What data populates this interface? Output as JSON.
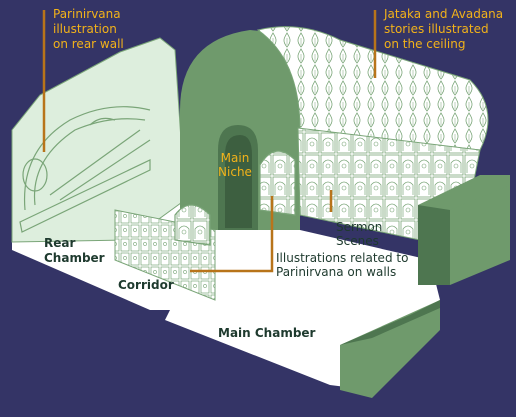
{
  "colors": {
    "background": "#343466",
    "floor": "#ffffff",
    "stone": "#6f9a6c",
    "stone_dark": "#4e7650",
    "wall_pale": "#ddeedd",
    "line": "#7aa578",
    "callout": "#b8741a",
    "label_gold": "#f2b21a",
    "label_dark": "#1e3a2e"
  },
  "labels": {
    "parinirvana_rear": [
      "Parinirvana",
      "illustration",
      "on rear wall"
    ],
    "jataka_ceiling": [
      "Jataka and Avadana",
      "stories illustrated",
      "on the ceiling"
    ],
    "main_niche": [
      "Main",
      "Niche"
    ],
    "sermon_scenes": [
      "Sermon",
      "Scenes"
    ],
    "parinirvana_walls": [
      "Illustrations related to",
      "Parinirvana on walls"
    ],
    "rear_chamber": [
      "Rear",
      "Chamber"
    ],
    "corridor": "Corridor",
    "main_chamber": "Main Chamber"
  }
}
